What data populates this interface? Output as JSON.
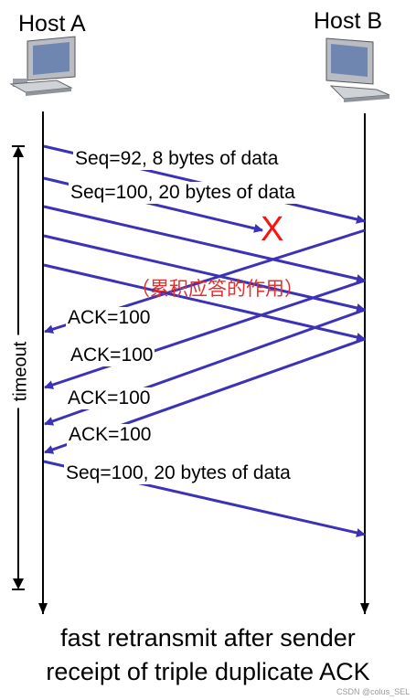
{
  "hosts": {
    "a": "Host A",
    "b": "Host B"
  },
  "timer": {
    "label": "timeout"
  },
  "messages": {
    "seq92": "Seq=92, 8 bytes of data",
    "seq100": "Seq=100, 20 bytes of data",
    "ack1": "ACK=100",
    "ack2": "ACK=100",
    "ack3": "ACK=100",
    "ack4": "ACK=100",
    "retransmit": "Seq=100, 20 bytes of data"
  },
  "loss_mark": "X",
  "annotation": "（累积应答的作用）",
  "caption": {
    "line1": "fast retransmit after sender",
    "line2": "receipt of triple duplicate ACK"
  },
  "watermark": "CSDN @colus_SEL",
  "colors": {
    "arrow": "#3b32b8",
    "loss": "#ff1010",
    "annotation": "#e03030"
  }
}
